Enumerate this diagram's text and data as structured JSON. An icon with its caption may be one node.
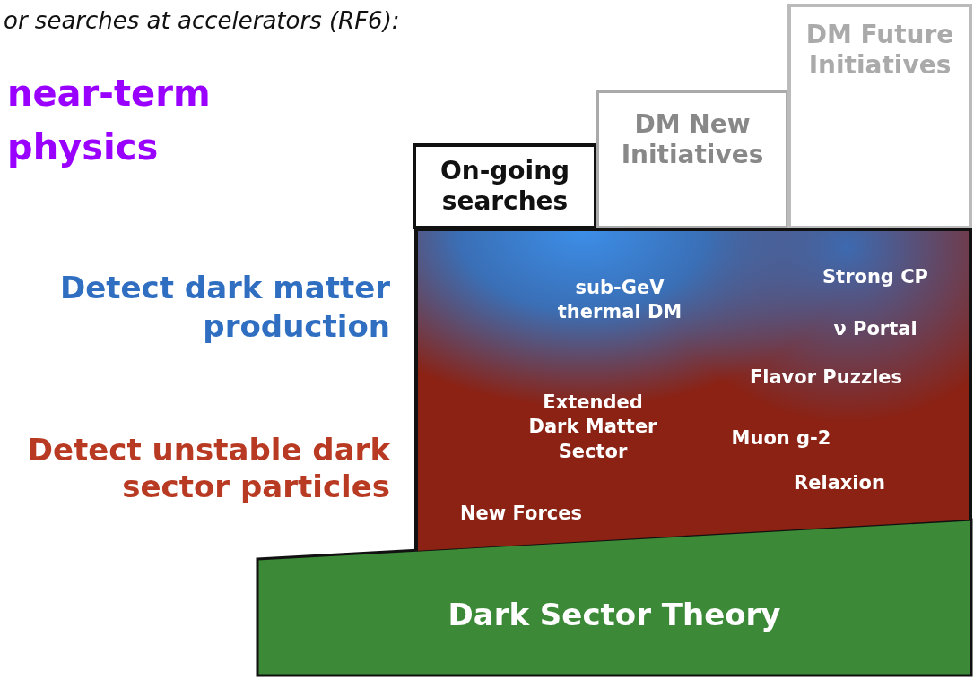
{
  "diagram": {
    "nodes": [
      {
        "text": [
          "On-going searches"
        ]
      },
      {
        "text": [
          "DM New Initiatives"
        ]
      },
      {
        "text": [
          "DM Future Initiatives"
        ]
      },
      {
        "text": [
          "sub-GeV thermal DM",
          "Strong CP",
          "ν Portal",
          "Flavor Puzzles",
          "Extended Dark Matter Sector",
          "Muon g-2",
          "Relaxion",
          "New Forces"
        ]
      },
      {
        "text": [
          "Dark Sector Theory"
        ]
      }
    ],
    "edges": [],
    "labels": [
      "or searches at accelerators (RF6):",
      "near-term physics",
      "Detect dark matter production",
      "Detect unstable dark sector particles"
    ]
  }
}
